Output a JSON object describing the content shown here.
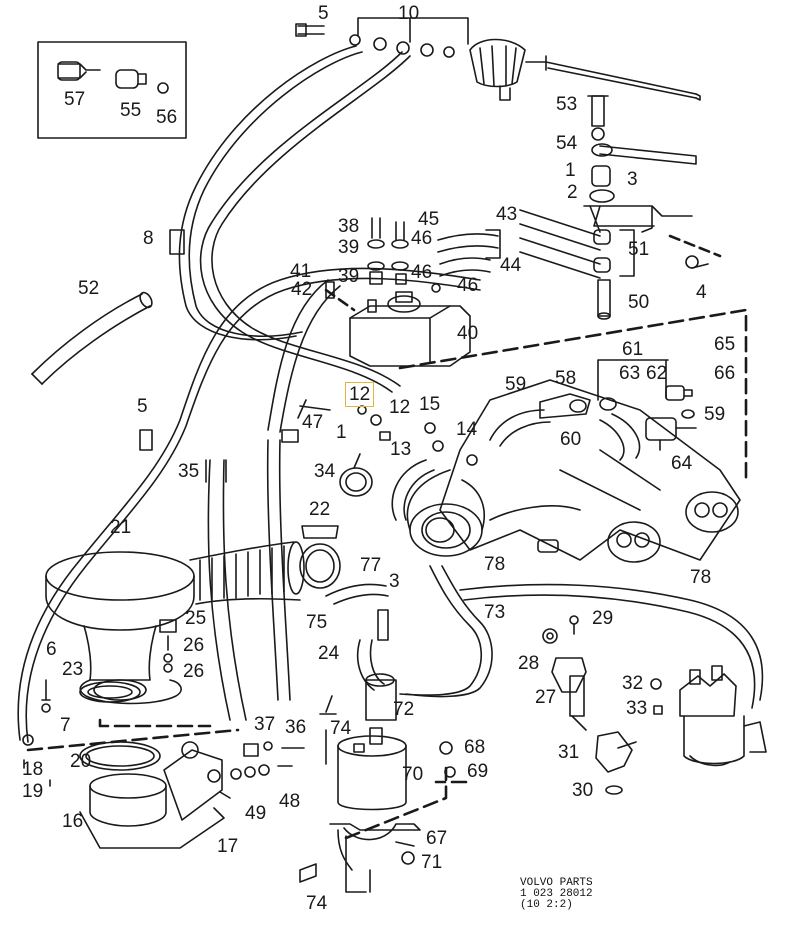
{
  "diagram": {
    "highlighted_part": "12",
    "callouts": [
      {
        "id": "c5top",
        "text": "5"
      },
      {
        "id": "c10top",
        "text": "10"
      },
      {
        "id": "c57",
        "text": "57"
      },
      {
        "id": "c55",
        "text": "55"
      },
      {
        "id": "c56",
        "text": "56"
      },
      {
        "id": "c53",
        "text": "53"
      },
      {
        "id": "c54",
        "text": "54"
      },
      {
        "id": "c1a",
        "text": "1"
      },
      {
        "id": "c2",
        "text": "2"
      },
      {
        "id": "c3",
        "text": "3"
      },
      {
        "id": "c8",
        "text": "8"
      },
      {
        "id": "c38",
        "text": "38"
      },
      {
        "id": "c39a",
        "text": "39"
      },
      {
        "id": "c41",
        "text": "41"
      },
      {
        "id": "c39b",
        "text": "39"
      },
      {
        "id": "c42",
        "text": "42"
      },
      {
        "id": "c45",
        "text": "45"
      },
      {
        "id": "c46a",
        "text": "46"
      },
      {
        "id": "c46b",
        "text": "46"
      },
      {
        "id": "c46c",
        "text": "46"
      },
      {
        "id": "c43",
        "text": "43"
      },
      {
        "id": "c44",
        "text": "44"
      },
      {
        "id": "c51",
        "text": "51"
      },
      {
        "id": "c4",
        "text": "4"
      },
      {
        "id": "c50",
        "text": "50"
      },
      {
        "id": "c52",
        "text": "52"
      },
      {
        "id": "c40",
        "text": "40"
      },
      {
        "id": "c61",
        "text": "61"
      },
      {
        "id": "c65",
        "text": "65"
      },
      {
        "id": "c66",
        "text": "66"
      },
      {
        "id": "c63",
        "text": "63"
      },
      {
        "id": "c62",
        "text": "62"
      },
      {
        "id": "c58",
        "text": "58"
      },
      {
        "id": "c59a",
        "text": "59"
      },
      {
        "id": "c59b",
        "text": "59"
      },
      {
        "id": "c60",
        "text": "60"
      },
      {
        "id": "c64",
        "text": "64"
      },
      {
        "id": "c5",
        "text": "5"
      },
      {
        "id": "c47",
        "text": "47"
      },
      {
        "id": "c1b",
        "text": "1"
      },
      {
        "id": "c12a",
        "text": "12"
      },
      {
        "id": "c12b",
        "text": "12"
      },
      {
        "id": "c15",
        "text": "15"
      },
      {
        "id": "c13",
        "text": "13"
      },
      {
        "id": "c14",
        "text": "14"
      },
      {
        "id": "c35",
        "text": "35"
      },
      {
        "id": "c34",
        "text": "34"
      },
      {
        "id": "c22",
        "text": "22"
      },
      {
        "id": "c21",
        "text": "21"
      },
      {
        "id": "c77",
        "text": "77"
      },
      {
        "id": "c78a",
        "text": "78"
      },
      {
        "id": "c78b",
        "text": "78"
      },
      {
        "id": "c3b",
        "text": "3"
      },
      {
        "id": "c75",
        "text": "75"
      },
      {
        "id": "c73",
        "text": "73"
      },
      {
        "id": "c29",
        "text": "29"
      },
      {
        "id": "c25",
        "text": "25"
      },
      {
        "id": "c26a",
        "text": "26"
      },
      {
        "id": "c26b",
        "text": "26"
      },
      {
        "id": "c6",
        "text": "6"
      },
      {
        "id": "c23",
        "text": "23"
      },
      {
        "id": "c7",
        "text": "7"
      },
      {
        "id": "c24",
        "text": "24"
      },
      {
        "id": "c28",
        "text": "28"
      },
      {
        "id": "c27",
        "text": "27"
      },
      {
        "id": "c32",
        "text": "32"
      },
      {
        "id": "c33",
        "text": "33"
      },
      {
        "id": "c74a",
        "text": "74"
      },
      {
        "id": "c72",
        "text": "72"
      },
      {
        "id": "c37",
        "text": "37"
      },
      {
        "id": "c36",
        "text": "36"
      },
      {
        "id": "c20",
        "text": "20"
      },
      {
        "id": "c18",
        "text": "18"
      },
      {
        "id": "c19",
        "text": "19"
      },
      {
        "id": "c68",
        "text": "68"
      },
      {
        "id": "c69",
        "text": "69"
      },
      {
        "id": "c70",
        "text": "70"
      },
      {
        "id": "c31",
        "text": "31"
      },
      {
        "id": "c30",
        "text": "30"
      },
      {
        "id": "c49",
        "text": "49"
      },
      {
        "id": "c48",
        "text": "48"
      },
      {
        "id": "c16",
        "text": "16"
      },
      {
        "id": "c17",
        "text": "17"
      },
      {
        "id": "c67",
        "text": "67"
      },
      {
        "id": "c71",
        "text": "71"
      },
      {
        "id": "c74b",
        "text": "74"
      }
    ],
    "credit": {
      "line1": "VOLVO  PARTS",
      "line2": "1  023  28012",
      "line3": "(10 2:2)"
    }
  }
}
